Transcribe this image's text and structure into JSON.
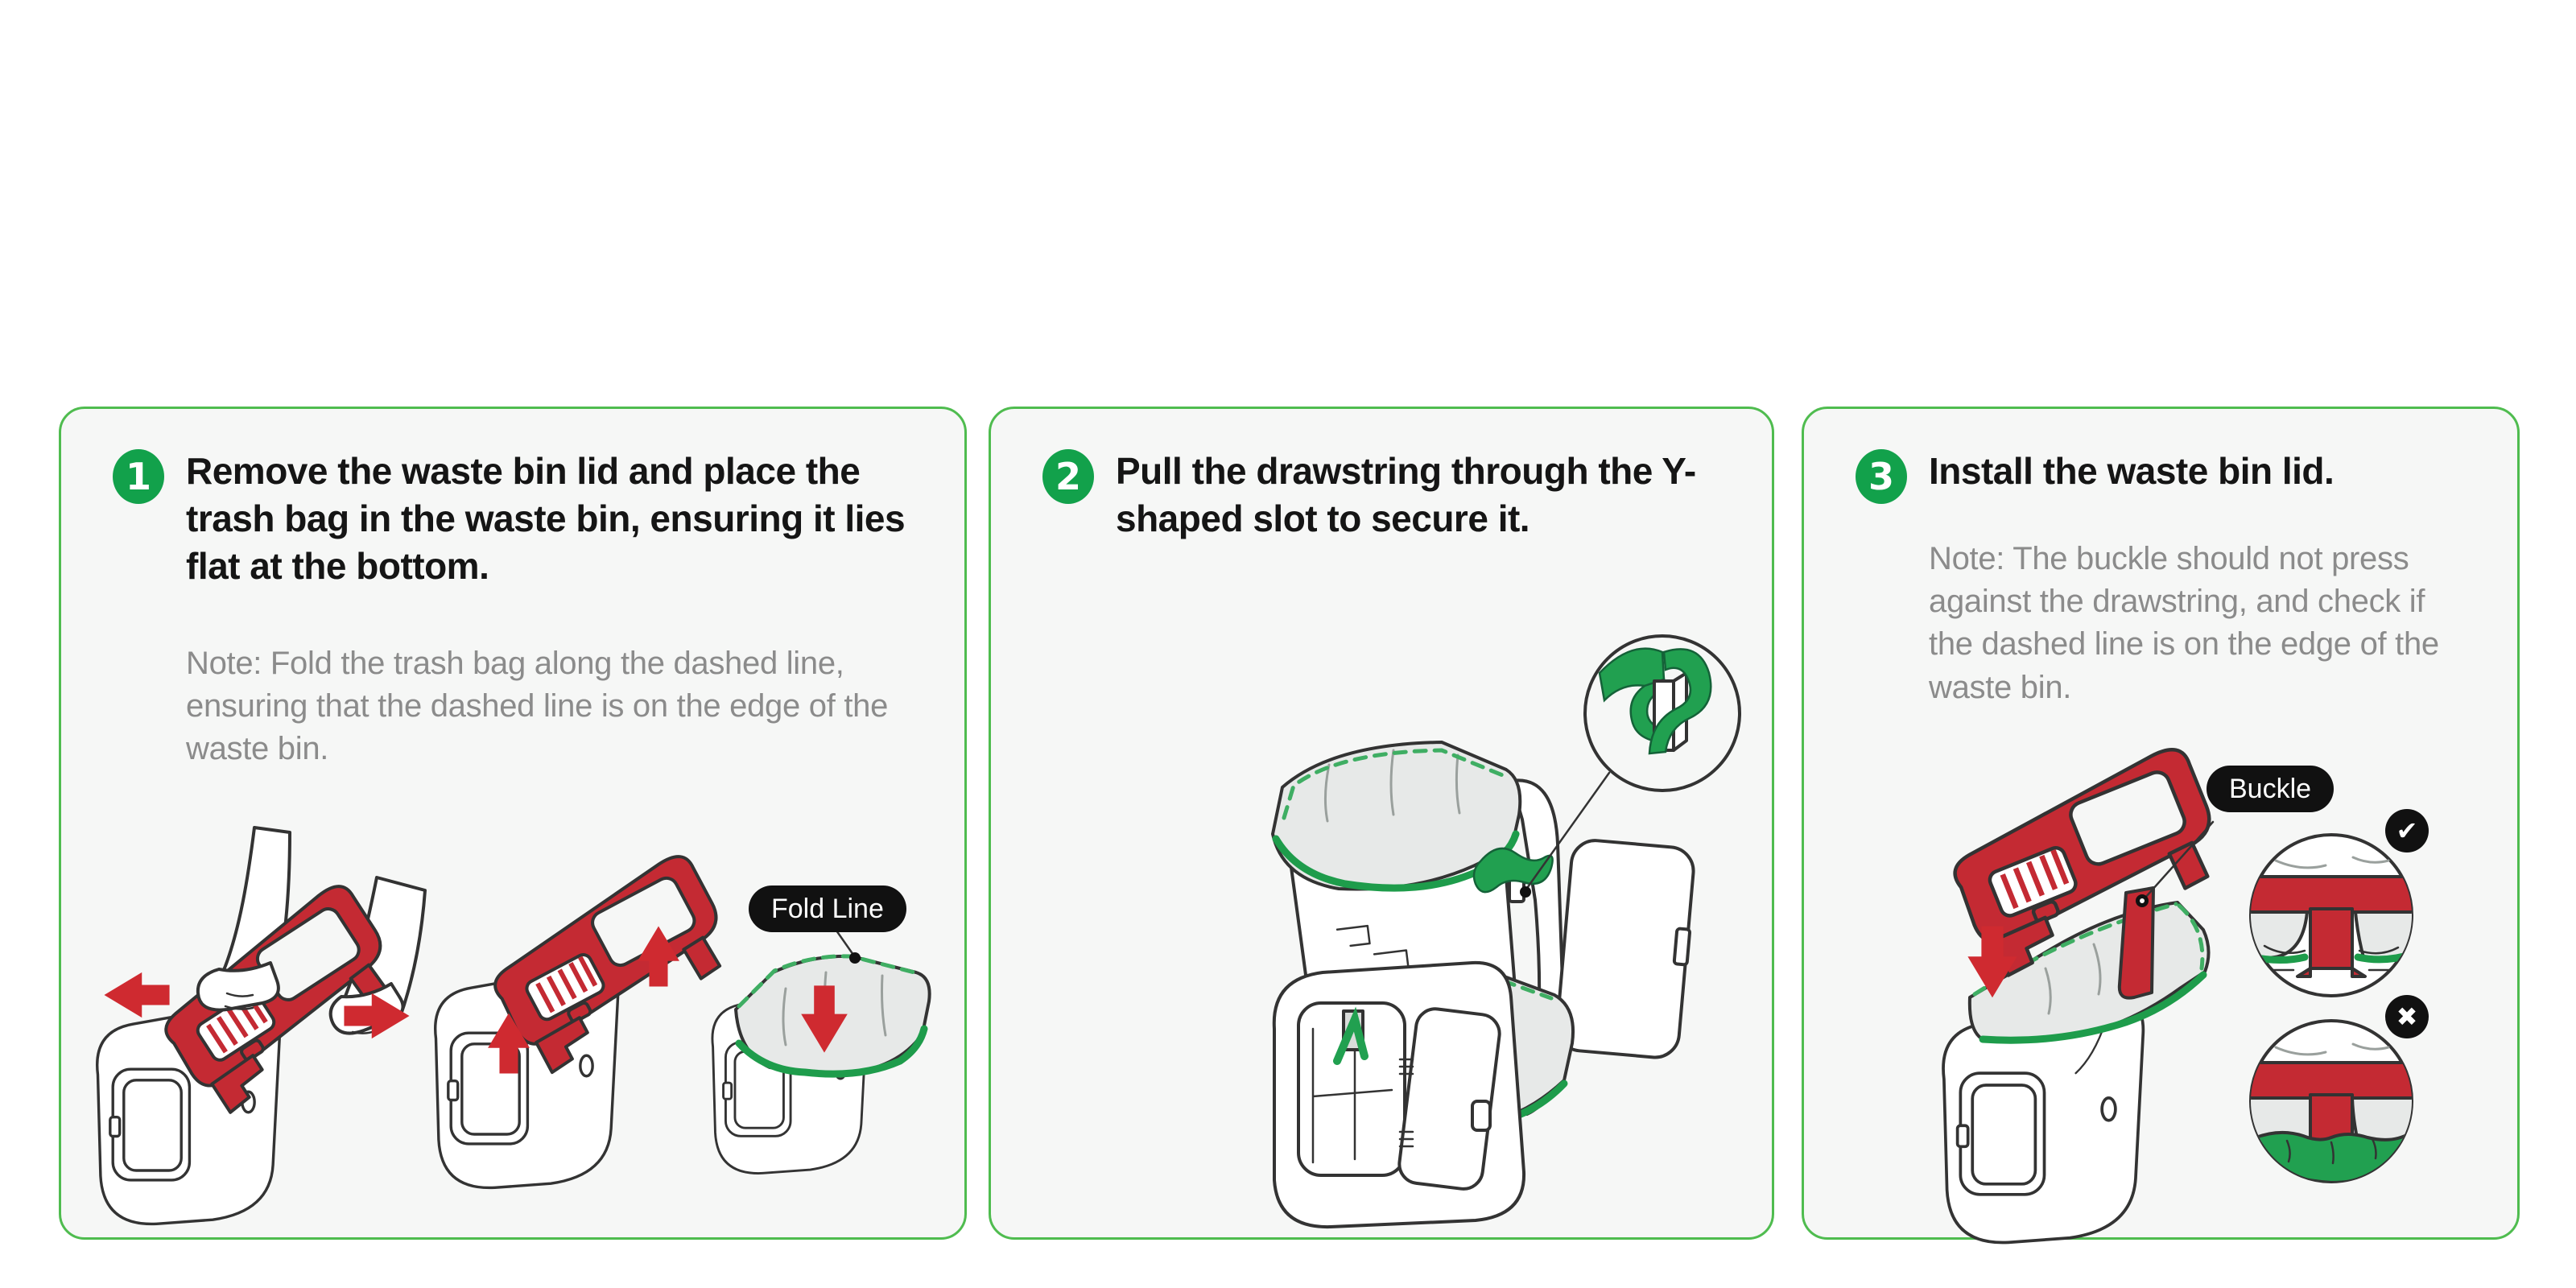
{
  "page": {
    "background": "#ffffff"
  },
  "colors": {
    "accent_green": "#12a14b",
    "panel_border_green": "#4fbc4f",
    "panel_background": "#f6f7f6",
    "title_text": "#151515",
    "note_text": "#8b8b8b",
    "lid_red": "#c42a33",
    "arrow_red": "#cf2a30",
    "bag_gray": "#e7e9e8",
    "drawstring_green": "#21a050",
    "trim_green": "#1e9c4b",
    "dash_green": "#3fae63",
    "callout_background": "#111111",
    "callout_text": "#ffffff",
    "outline": "#333333"
  },
  "steps": [
    {
      "number": "1",
      "title": "Remove the waste bin lid and place the trash bag in the waste bin, ensuring it lies flat at the bottom.",
      "note": "Note: Fold the trash bag along the dashed line, ensuring that the dashed line is on the edge of the waste bin.",
      "callout_label": "Fold Line"
    },
    {
      "number": "2",
      "title": "Pull the drawstring through the Y-shaped slot to secure it."
    },
    {
      "number": "3",
      "title": "Install the waste bin lid.",
      "note": "Note: The buckle should not press against the drawstring, and check if the dashed line is on the edge of the waste bin.",
      "callout_label": "Buckle",
      "correct_mark": "✔",
      "incorrect_mark": "✖"
    }
  ]
}
